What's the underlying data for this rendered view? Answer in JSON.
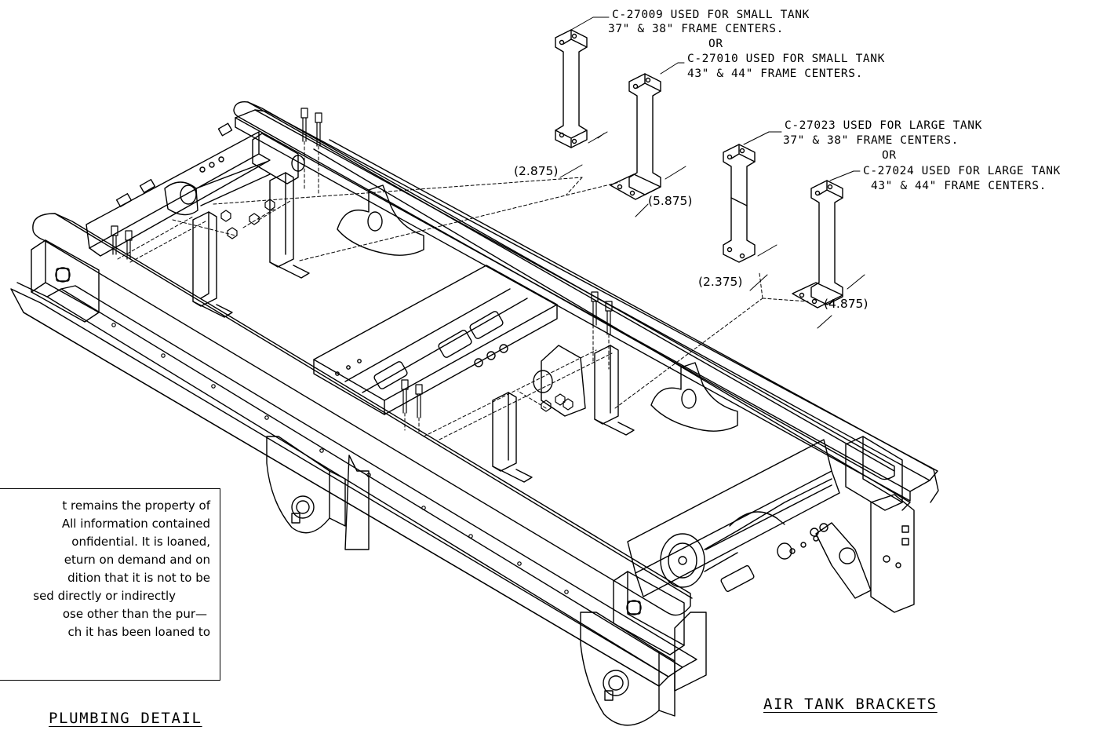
{
  "titles": {
    "plumbing": "PLUMBING DETAIL",
    "air_tank": "AIR TANK BRACKETS"
  },
  "callouts": {
    "small_37": {
      "part": "C-27009 USED FOR SMALL TANK",
      "centers": "37\" & 38\" FRAME CENTERS."
    },
    "small_or": "OR",
    "small_43": {
      "part": "C-27010 USED FOR SMALL TANK",
      "centers": "43\" & 44\" FRAME CENTERS."
    },
    "large_37": {
      "part": "C-27023 USED FOR LARGE TANK",
      "centers": "37\" & 38\" FRAME CENTERS."
    },
    "large_or": "OR",
    "large_43": {
      "part": "C-27024 USED FOR LARGE TANK",
      "centers": "43\" & 44\" FRAME CENTERS."
    }
  },
  "dimensions": {
    "d1": "(2.875)",
    "d2": "(5.875)",
    "d3": "(2.375)",
    "d4": "(4.875)"
  },
  "notice_lines": [
    "t remains the property of",
    "All information contained",
    "onfidential.  It is loaned,",
    "eturn on demand and on",
    "dition that it is not to be",
    "sed directly or indirectly",
    "ose other than the pur—",
    "ch it has been loaned to"
  ],
  "colors": {
    "line": "#000000",
    "background": "#ffffff"
  }
}
